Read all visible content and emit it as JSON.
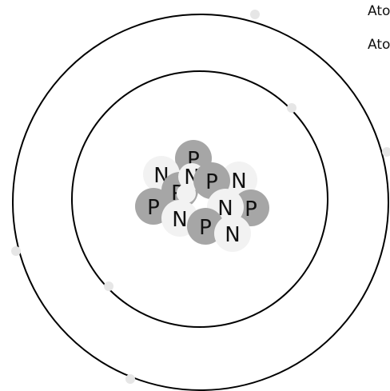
{
  "info": {
    "line1": "Ato",
    "line2": "Ato"
  },
  "labels": {
    "proton": "P",
    "neutron": "N"
  },
  "colors": {
    "proton": "#a6a6a6",
    "neutron": "#f2f2f2",
    "electron": "#e6e6e6",
    "shell": "#000000"
  },
  "shells": [
    {
      "name": "inner-shell",
      "electrons": 2
    },
    {
      "name": "outer-shell",
      "electrons": 4
    }
  ],
  "nucleus": {
    "protons": 6,
    "neutrons": 7
  }
}
